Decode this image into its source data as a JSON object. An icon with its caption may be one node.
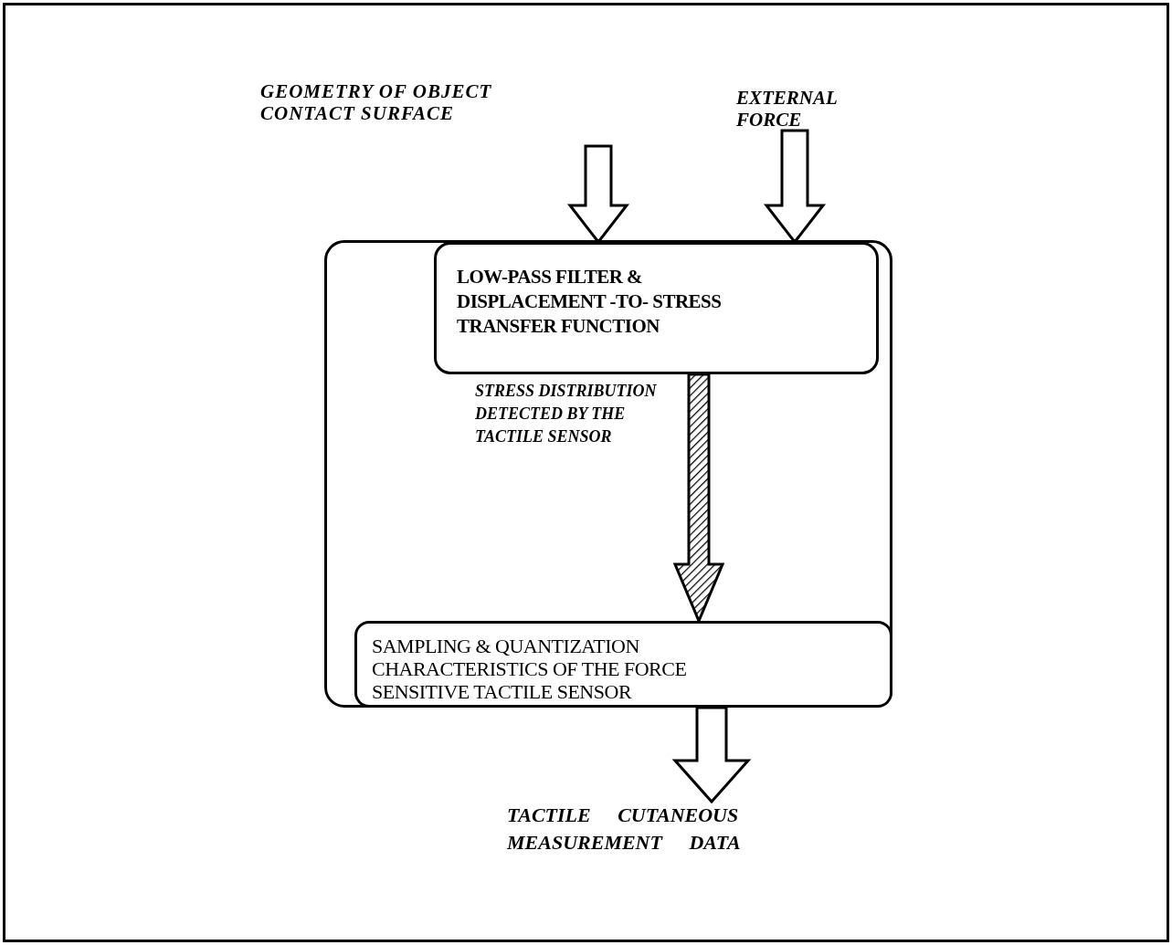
{
  "diagram": {
    "nodes": [
      {
        "text": [],
        "shape": "box"
      },
      {
        "text": [
          "LOW-PASS FILTER & DISPLACEMENT -TO- STRESS TRANSFER FUNCTION"
        ],
        "in": 0
      },
      {
        "text": [
          "SAMPLING & QUANTIZATION CHARACTERISTICS OF THE FORCE SENSITIVE TACTILE SENSOR"
        ],
        "in": 0
      },
      {
        "text": [
          "GEOMETRY OF OBJECT CONTACT SURFACE"
        ]
      },
      {
        "text": [
          "EXTERNAL FORCE"
        ]
      },
      {
        "text": [
          "TACTILE CUTANEOUS MEASUREMENT DATA"
        ]
      }
    ],
    "edges": [
      {
        "from": 3,
        "to": 1,
        "arrow": "to"
      },
      {
        "from": 4,
        "to": 1,
        "arrow": "to"
      },
      {
        "from": 1,
        "to": 2,
        "arrow": "to",
        "label": "STRESS DISTRIBUTION DETECTED BY THE TACTILE SENSOR",
        "style": "thick"
      },
      {
        "from": 2,
        "to": 5,
        "arrow": "to"
      }
    ]
  }
}
